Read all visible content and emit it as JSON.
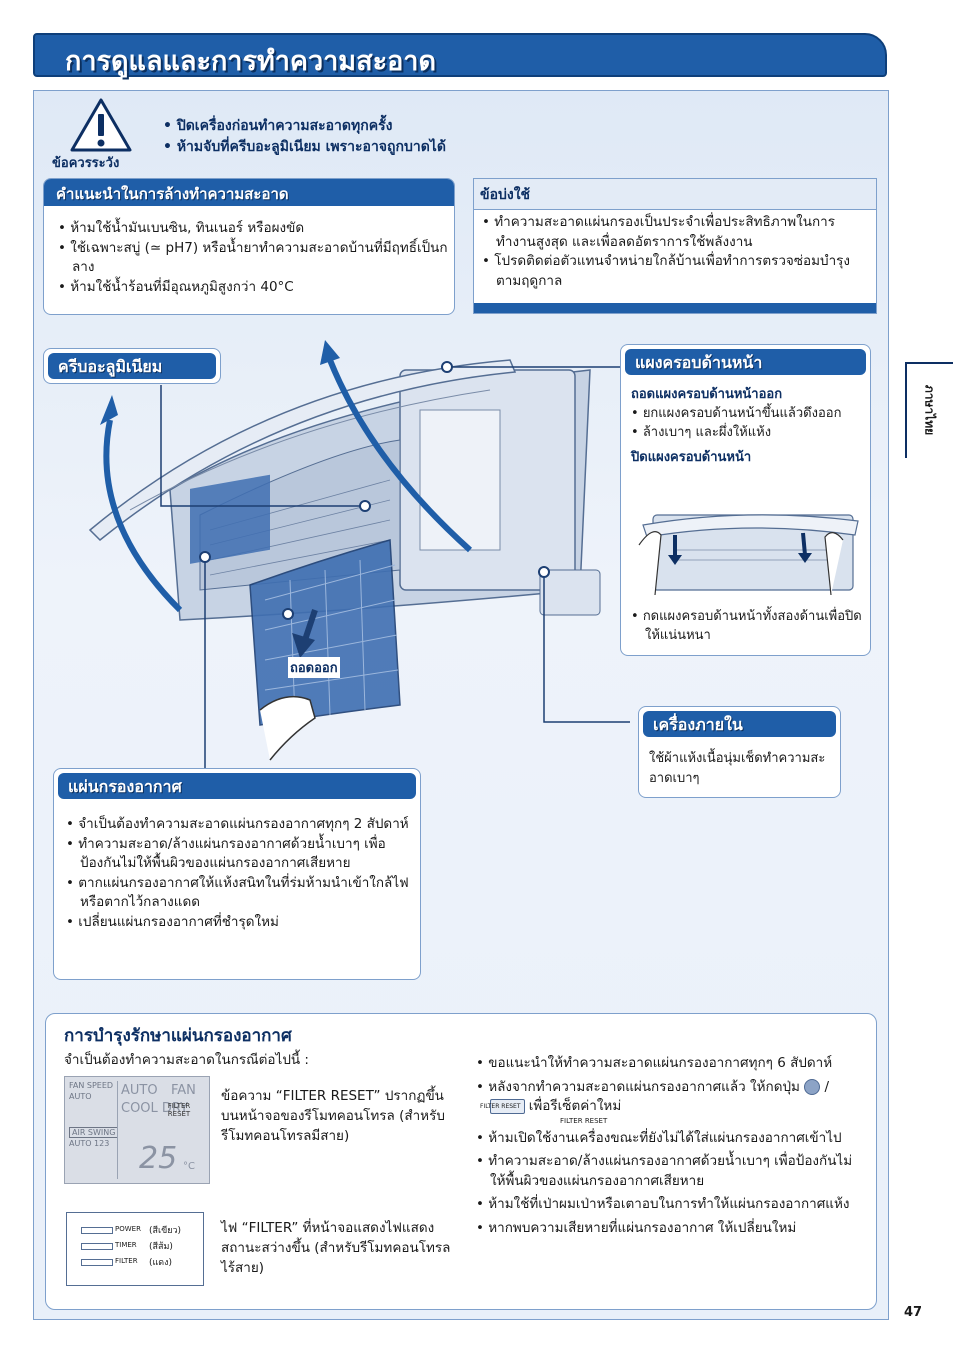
{
  "title": "การดูแลและการทำความสะอาด",
  "warning": {
    "label": "ข้อควรระวัง",
    "items": [
      "• ปิดเครื่องก่อนทำความสะอาดทุกครั้ง",
      "• ห้ามจับที่ครีบอะลูมิเนียม เพราะอาจถูกบาดได้"
    ]
  },
  "cleaning_tips": {
    "heading": "คำแนะนำในการล้างทำความสะอาด",
    "items": [
      "ห้ามใช้น้ำมันเบนซิน, ทินเนอร์ หรือผงขัด",
      "ใช้เฉพาะสบู่ (≃ pH7) หรือน้ำยาทำความสะอาดบ้านที่มีฤทธิ์เป็นกลาง",
      "ห้ามใช้น้ำร้อนที่มีอุณหภูมิสูงกว่า 40°C"
    ]
  },
  "reminder": {
    "heading": "ข้อบ่งใช้",
    "items": [
      "ทำความสะอาดแผ่นกรองเป็นประจำเพื่อประสิทธิภาพในการทำงานสูงสุด และเพื่อลดอัตราการใช้พลังงาน",
      "โปรดติดต่อตัวแทนจำหน่ายใกล้บ้านเพื่อทำการตรวจซ่อมบำรุงตามฤดูกาล"
    ]
  },
  "fin": {
    "heading": "ครีบอะลูมิเนียม"
  },
  "front_panel": {
    "heading": "แผงครอบด้านหน้า",
    "remove_title": "ถอดแผงครอบด้านหน้าออก",
    "remove_items": [
      "ยกแผงครอบด้านหน้าขึ้นแล้วดึงออก",
      "ล้างเบาๆ และผึ่งให้แห้ง"
    ],
    "close_title": "ปิดแผงครอบด้านหน้า",
    "close_items": [
      "กดแผงครอบด้านหน้าทั้งสองด้านเพื่อปิดให้แน่นหนา"
    ]
  },
  "diagram": {
    "remove_label": "ถอดออก"
  },
  "indoor_unit": {
    "heading": "เครื่องภายใน",
    "text": "ใช้ผ้าแห้งเนื้อนุ่มเช็ดทำความสะอาดเบาๆ"
  },
  "air_filter": {
    "heading": "แผ่นกรองอากาศ",
    "items": [
      "จำเป็นต้องทำความสะอาดแผ่นกรองอากาศทุกๆ 2 สัปดาห์",
      "ทำความสะอาด/ล้างแผ่นกรองอากาศด้วยน้ำเบาๆ เพื่อป้องกันไม่ให้พื้นผิวของแผ่นกรองอากาศเสียหาย",
      "ตากแผ่นกรองอากาศให้แห้งสนิทในที่ร่มห้ามนำเข้าใกล้ไฟหรือตากไว้กลางแดด",
      "เปลี่ยนแผ่นกรองอากาศที่ชำรุดใหม่"
    ]
  },
  "maintenance": {
    "heading": "การบำรุงรักษาแผ่นกรองอากาศ",
    "intro": "จำเป็นต้องทำความสะอาดในกรณีต่อไปนี้ :",
    "wired_text": "ข้อความ “FILTER RESET” ปรากฏขึ้นบนหน้าจอของรีโมทคอนโทรล (สำหรับรีโมทคอนโทรลมีสาย)",
    "wireless_text": "ไฟ “FILTER” ที่หน้าจอแสดงไฟแสดงสถานะสว่างขึ้น (สำหรับรีโมทคอนโทรลไร้สาย)",
    "items": [
      "ขอแนะนำให้ทำความสะอาดแผ่นกรองอากาศทุกๆ 6 สัปดาห์",
      "หลังจากทำความสะอาดแผ่นกรองอากาศแล้ว ให้กดปุ่ม",
      "ห้ามเปิดใช้งานเครื่องขณะที่ยังไม่ได้ใส่แผ่นกรองอากาศเข้าไป",
      "ทำความสะอาด/ล้างแผ่นกรองอากาศด้วยน้ำเบาๆ เพื่อป้องกันไม่ให้พื้นผิวของแผ่นกรองอากาศเสียหาย",
      "ห้ามใช้ที่เป่าผมเป่าหรือเตาอบในการทำให้แผ่นกรองอากาศแห้ง",
      "หากพบความเสียหายที่แผ่นกรองอากาศ ให้เปลี่ยนใหม่"
    ],
    "reset_suffix": "เพื่อรีเซ็ตค่าใหม่",
    "reset_sep": "/",
    "button_label": "FILTER RESET",
    "button_label2": "FILTER RESET"
  },
  "lcd": {
    "fan_speed": "FAN SPEED",
    "auto1": "AUTO",
    "air_swing": "AIR SWING",
    "auto123": "AUTO 123",
    "auto_big": "AUTO",
    "fan_big": "FAN",
    "cool_dry": "COOL DRY",
    "filter_reset": "FILTER RESET",
    "temp": "25",
    "unit": "°C"
  },
  "indicator": {
    "power": "POWER",
    "timer": "TIMER",
    "filter": "FILTER",
    "green": "(สีเขียว)",
    "orange": "(สีส้ม)",
    "red": "(แดง)"
  },
  "side_tab": "ภาษาไทย",
  "page_number": "47",
  "colors": {
    "primary_blue": "#1f5ea8",
    "navy": "#0d2f63",
    "panel_bg": "#e6eef8"
  }
}
